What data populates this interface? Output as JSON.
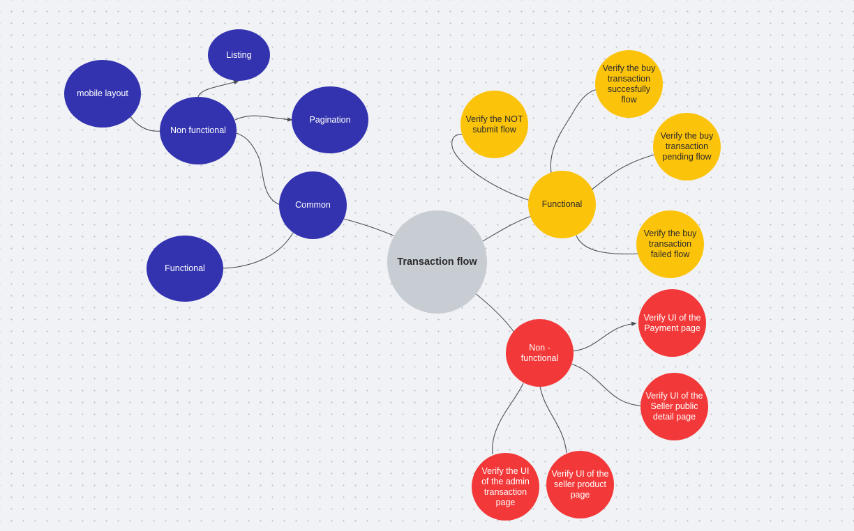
{
  "colors": {
    "background": "#f1f2f5",
    "blue": "#3333b0",
    "yellow": "#fcc30b",
    "red": "#f23838",
    "gray": "#c8ccd3",
    "text_light": "#ffffff",
    "text_dark": "#2b2b2b",
    "edge": "#4a4d55"
  },
  "nodes": {
    "transaction_flow": "Transaction flow",
    "common": "Common",
    "non_functional_blue": "Non functional",
    "functional_blue": "Functional",
    "mobile_layout": "mobile layout",
    "listing": "Listing",
    "pagination": "Pagination",
    "functional_yellow": "Functional",
    "verify_not_submit": "Verify the NOT\nsubmit flow",
    "verify_buy_success": "Verify the buy\ntransaction\nsuccesfully flow",
    "verify_buy_pending": "Verify the buy\ntransaction\npending flow",
    "verify_buy_failed": "Verify the buy\ntransaction\nfailed flow",
    "non_functional_red": "Non - functional",
    "verify_ui_payment": "Verify UI of the\nPayment page",
    "verify_ui_seller_public": "Verify UI of the\nSeller public\ndetail page",
    "verify_ui_admin": "Verify the UI\nof the admin\ntransaction\npage",
    "verify_ui_seller_product": "Verify UI of the\nseller product\npage"
  }
}
